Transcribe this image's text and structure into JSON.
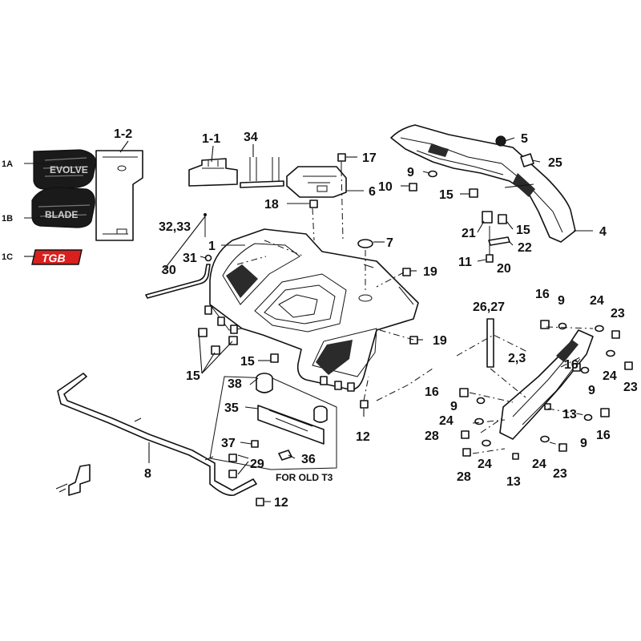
{
  "callouts": [
    {
      "id": "c-1",
      "text": "1"
    },
    {
      "id": "c-1-1",
      "text": "1-1"
    },
    {
      "id": "c-1-2",
      "text": "1-2"
    },
    {
      "id": "c-1a",
      "text": "1A"
    },
    {
      "id": "c-1b",
      "text": "1B"
    },
    {
      "id": "c-1c",
      "text": "1C"
    },
    {
      "id": "c-2-3",
      "text": "2,3"
    },
    {
      "id": "c-4",
      "text": "4"
    },
    {
      "id": "c-5",
      "text": "5"
    },
    {
      "id": "c-6",
      "text": "6"
    },
    {
      "id": "c-7",
      "text": "7"
    },
    {
      "id": "c-8",
      "text": "8"
    },
    {
      "id": "c-9a",
      "text": "9"
    },
    {
      "id": "c-9b",
      "text": "9"
    },
    {
      "id": "c-9c",
      "text": "9"
    },
    {
      "id": "c-9d",
      "text": "9"
    },
    {
      "id": "c-9e",
      "text": "9"
    },
    {
      "id": "c-10",
      "text": "10"
    },
    {
      "id": "c-11",
      "text": "11"
    },
    {
      "id": "c-12a",
      "text": "12"
    },
    {
      "id": "c-12b",
      "text": "12"
    },
    {
      "id": "c-13a",
      "text": "13"
    },
    {
      "id": "c-13b",
      "text": "13"
    },
    {
      "id": "c-15a",
      "text": "15"
    },
    {
      "id": "c-15b",
      "text": "15"
    },
    {
      "id": "c-15c",
      "text": "15"
    },
    {
      "id": "c-15d",
      "text": "15"
    },
    {
      "id": "c-16a",
      "text": "16"
    },
    {
      "id": "c-16b",
      "text": "16"
    },
    {
      "id": "c-16c",
      "text": "16"
    },
    {
      "id": "c-16d",
      "text": "16"
    },
    {
      "id": "c-17",
      "text": "17"
    },
    {
      "id": "c-18",
      "text": "18"
    },
    {
      "id": "c-19a",
      "text": "19"
    },
    {
      "id": "c-19b",
      "text": "19"
    },
    {
      "id": "c-20",
      "text": "20"
    },
    {
      "id": "c-21",
      "text": "21"
    },
    {
      "id": "c-22",
      "text": "22"
    },
    {
      "id": "c-23a",
      "text": "23"
    },
    {
      "id": "c-23b",
      "text": "23"
    },
    {
      "id": "c-23c",
      "text": "23"
    },
    {
      "id": "c-24a",
      "text": "24"
    },
    {
      "id": "c-24b",
      "text": "24"
    },
    {
      "id": "c-24c",
      "text": "24"
    },
    {
      "id": "c-24d",
      "text": "24"
    },
    {
      "id": "c-24e",
      "text": "24"
    },
    {
      "id": "c-25",
      "text": "25"
    },
    {
      "id": "c-26-27",
      "text": "26,27"
    },
    {
      "id": "c-28a",
      "text": "28"
    },
    {
      "id": "c-28b",
      "text": "28"
    },
    {
      "id": "c-29",
      "text": "29"
    },
    {
      "id": "c-30",
      "text": "30"
    },
    {
      "id": "c-31",
      "text": "31"
    },
    {
      "id": "c-32-33",
      "text": "32,33"
    },
    {
      "id": "c-34",
      "text": "34"
    },
    {
      "id": "c-35",
      "text": "35"
    },
    {
      "id": "c-36",
      "text": "36"
    },
    {
      "id": "c-37",
      "text": "37"
    },
    {
      "id": "c-38",
      "text": "38"
    }
  ],
  "note_old_t3": "FOR OLD T3",
  "logo_text": "TGB",
  "decal_1a_text": "EVOLVE",
  "decal_1b_text": "BLADE"
}
